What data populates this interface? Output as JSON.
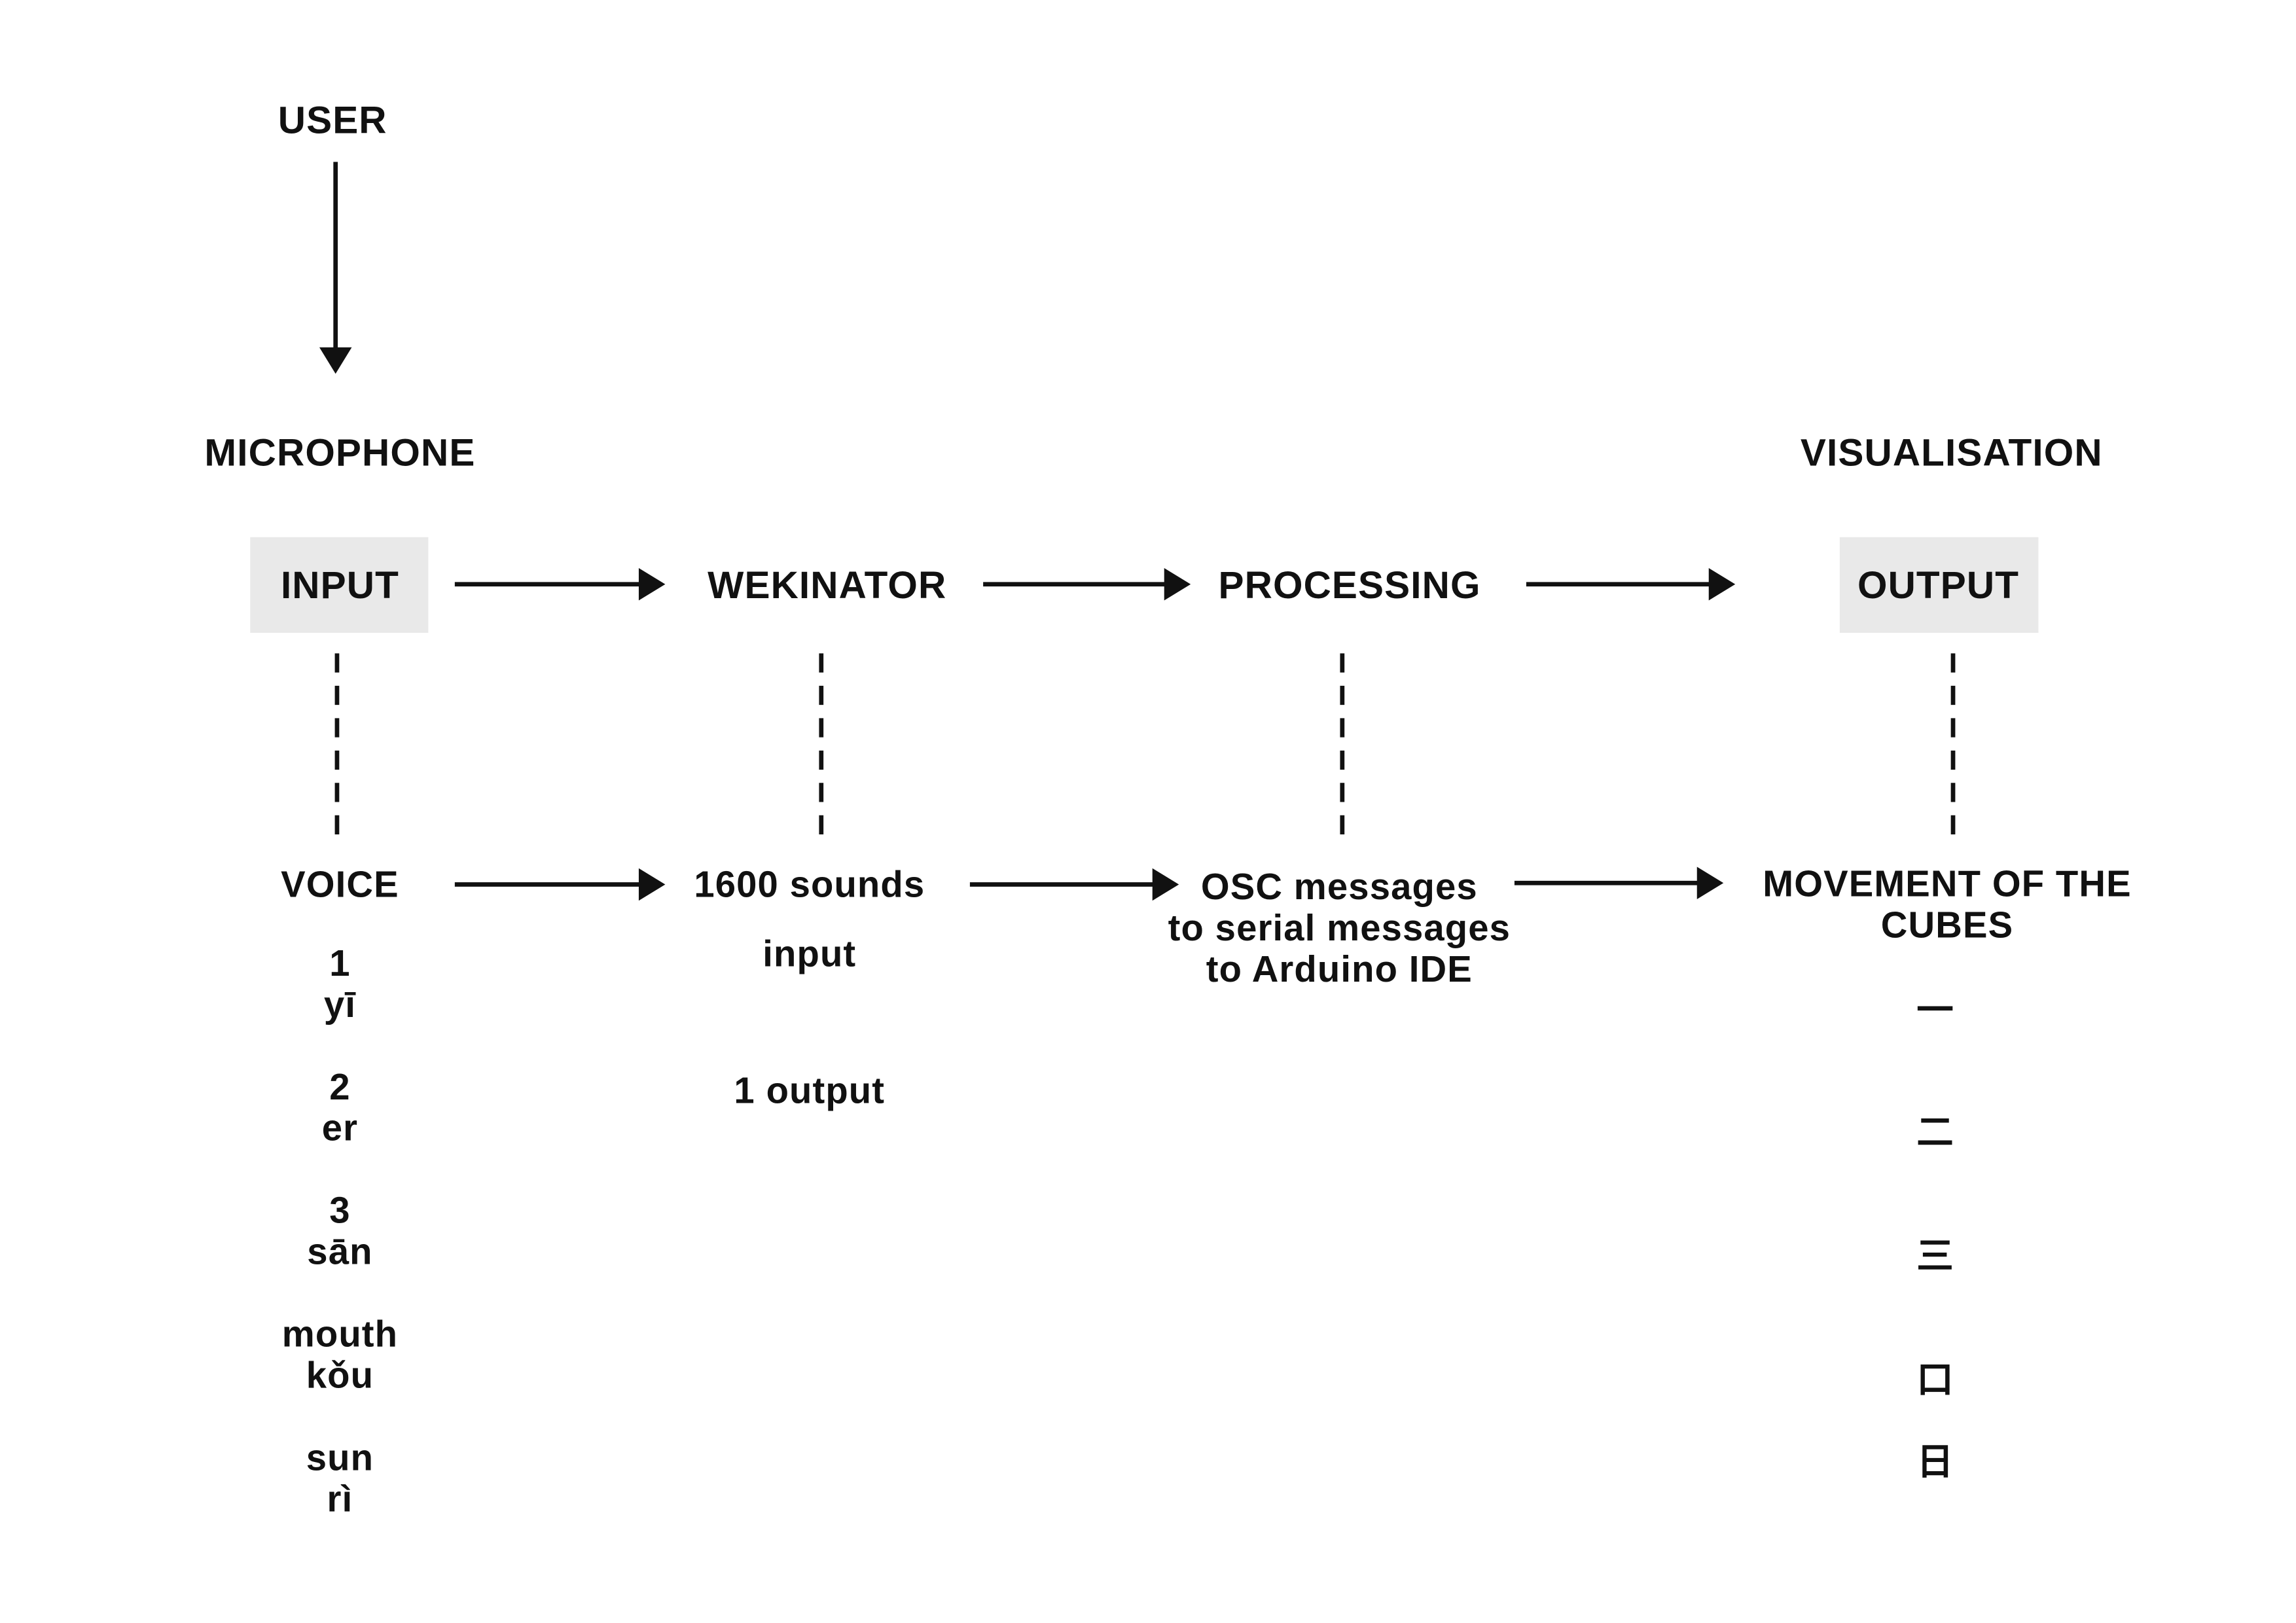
{
  "top": {
    "user": "USER",
    "microphone": "MICROPHONE",
    "visualisation": "VISUALISATION"
  },
  "stages": {
    "input": "INPUT",
    "wekinator": "WEKINATOR",
    "processing": "PROCESSING",
    "output": "OUTPUT"
  },
  "details": {
    "voice": "VOICE",
    "sounds": "1600 sounds",
    "input_label": "input",
    "output_label": "1 output",
    "osc_1": "OSC messages",
    "osc_2": "to serial messages",
    "osc_3": "to Arduino IDE",
    "movement_1": "MOVEMENT OF THE",
    "movement_2": "CUBES"
  },
  "vocabulary": [
    {
      "word": "1",
      "pinyin": "yī",
      "character": "一"
    },
    {
      "word": "2",
      "pinyin": "er",
      "character": "二"
    },
    {
      "word": "3",
      "pinyin": "sān",
      "character": "三"
    },
    {
      "word": "mouth",
      "pinyin": "kǒu",
      "character": "口"
    },
    {
      "word": "sun",
      "pinyin": "rì",
      "character": "日"
    }
  ],
  "colors": {
    "ink": "#111111",
    "box_fill": "#e9e9e9",
    "background": "#ffffff"
  }
}
